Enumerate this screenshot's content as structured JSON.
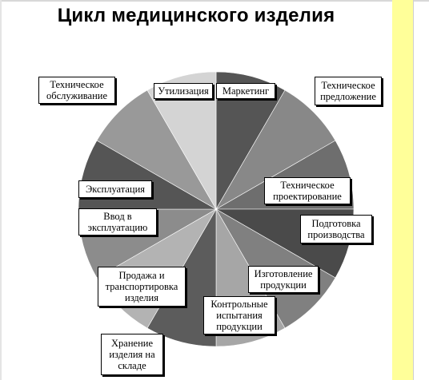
{
  "title": "Цикл медицинского изделия",
  "colors": {
    "background": "#ffffff",
    "stripe": "#ffff99",
    "sector_dark": "#555555",
    "sector_mid": "#888888",
    "sector_light": "#aaaaaa",
    "sector_lightest": "#d4d4d4"
  },
  "segments": [
    {
      "label_lines": [
        "Маркетинг"
      ],
      "shade": "#555555"
    },
    {
      "label_lines": [
        "Техническое",
        "предложение"
      ],
      "shade": "#888888"
    },
    {
      "label_lines": [
        "Техническое",
        "проектирование"
      ],
      "shade": "#6e6e6e"
    },
    {
      "label_lines": [
        "Подготовка",
        "производства"
      ],
      "shade": "#4a4a4a"
    },
    {
      "label_lines": [
        "Изготовление",
        "продукции"
      ],
      "shade": "#808080"
    },
    {
      "label_lines": [
        "Контрольные",
        "испытания",
        "продукции"
      ],
      "shade": "#a6a6a6"
    },
    {
      "label_lines": [
        "Хранение",
        "изделия на",
        "складе"
      ],
      "shade": "#5c5c5c"
    },
    {
      "label_lines": [
        "Продажа и",
        "транспортировка",
        "изделия"
      ],
      "shade": "#b3b3b3"
    },
    {
      "label_lines": [
        "Ввод в",
        "эксплуатацию"
      ],
      "shade": "#8c8c8c"
    },
    {
      "label_lines": [
        "Эксплуатация"
      ],
      "shade": "#555555"
    },
    {
      "label_lines": [
        "Техническое",
        "обслуживание"
      ],
      "shade": "#999999"
    },
    {
      "label_lines": [
        "Утилизация"
      ],
      "shade": "#d4d4d4"
    }
  ]
}
